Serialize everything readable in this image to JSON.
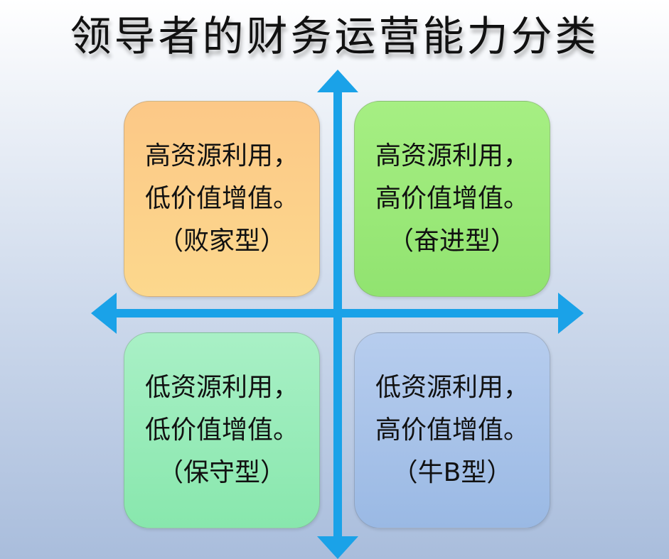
{
  "title": "领导者的财务运营能力分类",
  "axis_color": "#1aa2e8",
  "quadrants": {
    "top_left": {
      "line1": "高资源利用，",
      "line2": "低价值增值。",
      "type": "（败家型）",
      "color": "#fcd08a"
    },
    "top_right": {
      "line1": "高资源利用，",
      "line2": "高价值增值。",
      "type": "（奋进型）",
      "color": "#9ae878"
    },
    "bottom_left": {
      "line1": "低资源利用，",
      "line2": "低价值增值。",
      "type": "（保守型）",
      "color": "#96ebb8"
    },
    "bottom_right": {
      "line1": "低资源利用，",
      "line2": "高价值增值。",
      "type": "（牛B型）",
      "color": "#a8c3e9"
    }
  }
}
